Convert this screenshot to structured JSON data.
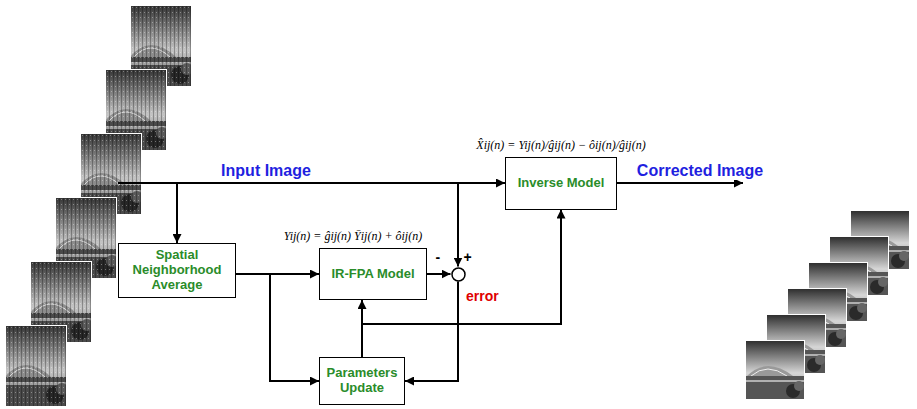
{
  "diagram": {
    "nodes": [
      {
        "text": [
          "X̂ij(n) = Yij(n)/ĝij(n) − ôij(n)/ĝij(n)",
          "Inverse Model"
        ]
      },
      {
        "text": [
          "Spatial Neighborhood Average"
        ]
      },
      {
        "text": [
          "Yij(n) = ĝij(n) Ȳij(n) + ôij(n)",
          "IR-FPA Model"
        ]
      },
      {
        "text": [
          "-",
          "+"
        ]
      },
      {
        "text": [
          "Parameters Update"
        ]
      }
    ],
    "edges": [
      {
        "from": 1,
        "to": 2,
        "arrow": "to"
      },
      {
        "from": 1,
        "to": 4,
        "arrow": "to"
      },
      {
        "from": 2,
        "to": 3,
        "arrow": "to"
      },
      {
        "from": 3,
        "to": 4,
        "arrow": "to",
        "label": "error"
      },
      {
        "from": 4,
        "to": 2,
        "arrow": "to"
      },
      {
        "from": 4,
        "to": 0,
        "arrow": "to"
      }
    ],
    "labels": [
      "Input Image",
      "Corrected Image"
    ]
  }
}
